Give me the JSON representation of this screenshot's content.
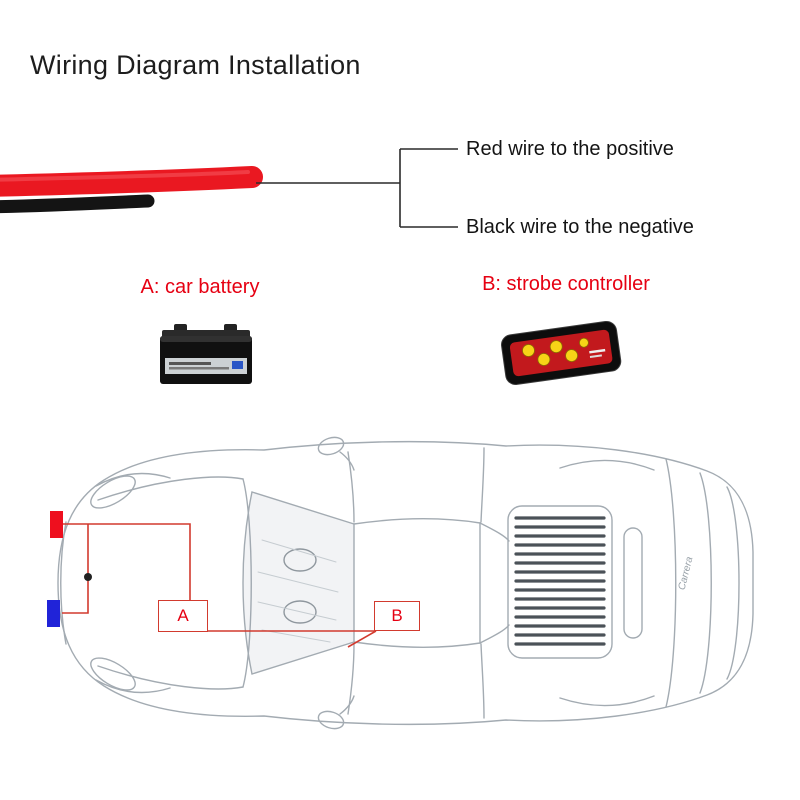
{
  "title": "Wiring Diagram Installation",
  "wire_callouts": {
    "red_label": "Red wire to the positive",
    "black_label": "Black wire to the negative"
  },
  "components": {
    "a_caption": "A: car battery",
    "b_caption": "B: strobe controller"
  },
  "car_overlay": {
    "a_marker": "A",
    "b_marker": "B",
    "body_text": "Carrera"
  },
  "colors": {
    "accent_red_text": "#e60012",
    "wire_red": "#ea1821",
    "wire_black": "#141414",
    "callout_line": "#2a2a2a",
    "route_line_red": "#d23a2e",
    "strobe_red_marker": "#ee0f1e",
    "strobe_blue_marker": "#2023d8",
    "car_outline": "#a3abb2",
    "controller_panel": "#c2191d",
    "controller_button": "#f7d417",
    "battery_body": "#101010"
  }
}
